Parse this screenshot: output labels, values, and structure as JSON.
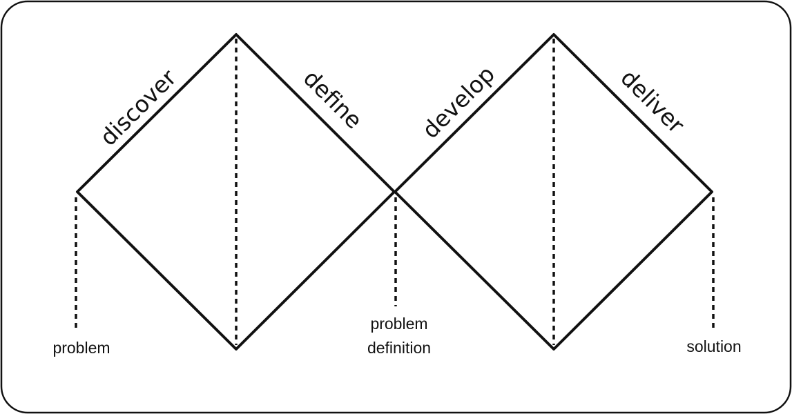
{
  "phases": {
    "discover": "discover",
    "define": "define",
    "develop": "develop",
    "deliver": "deliver"
  },
  "points": {
    "start": "problem",
    "middle_line1": "problem",
    "middle_line2": "definition",
    "end": "solution"
  },
  "colors": {
    "stroke": "#111111",
    "background": "#ffffff"
  }
}
